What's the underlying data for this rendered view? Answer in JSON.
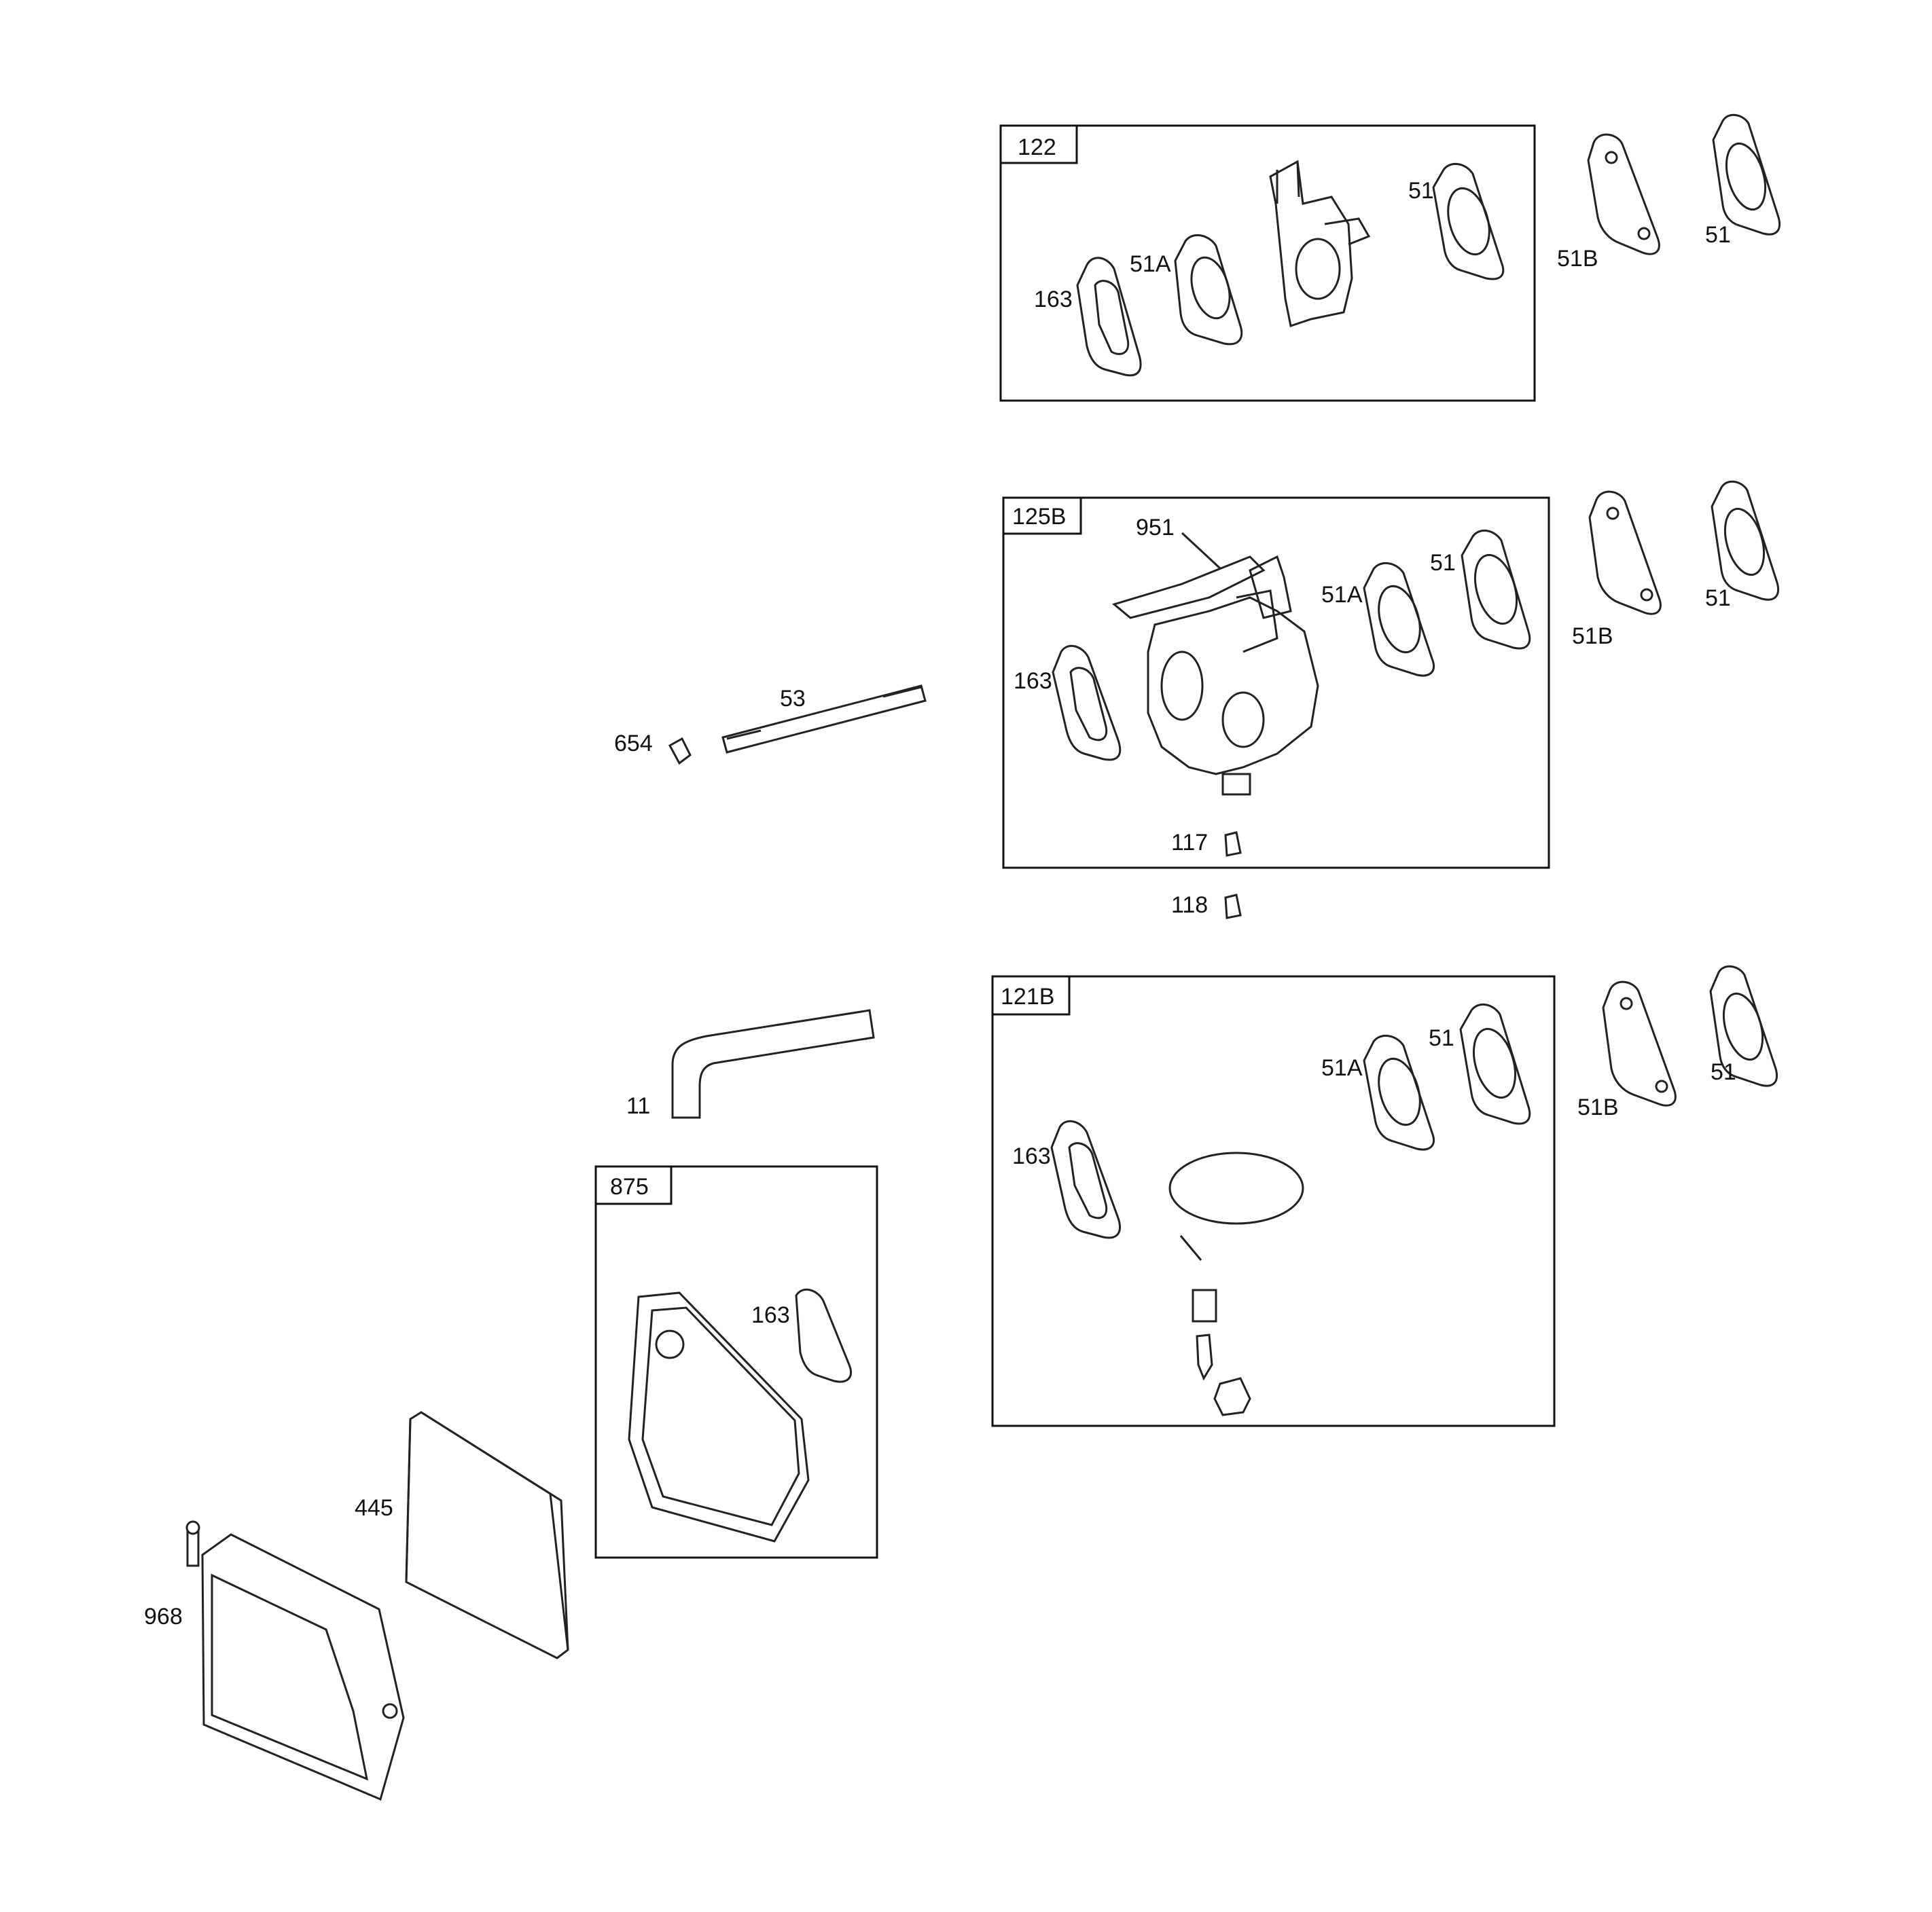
{
  "kit_boxes": [
    {
      "id": "122"
    },
    {
      "id": "125B"
    },
    {
      "id": "121B"
    },
    {
      "id": "875"
    }
  ],
  "callouts": {
    "kit122_163": "163",
    "kit122_51A": "51A",
    "kit122_51": "51",
    "row1_51B": "51B",
    "row1_51": "51",
    "kit125B_951": "951",
    "kit125B_51A": "51A",
    "kit125B_51": "51",
    "kit125B_163": "163",
    "kit125B_117": "117",
    "row2_51B": "51B",
    "row2_51": "51",
    "p118": "118",
    "p53": "53",
    "p654": "654",
    "kit121B_51A": "51A",
    "kit121B_51": "51",
    "kit121B_163": "163",
    "row3_51B": "51B",
    "row3_51": "51",
    "p11": "11",
    "kit875_163": "163",
    "p445": "445",
    "p968": "968"
  }
}
